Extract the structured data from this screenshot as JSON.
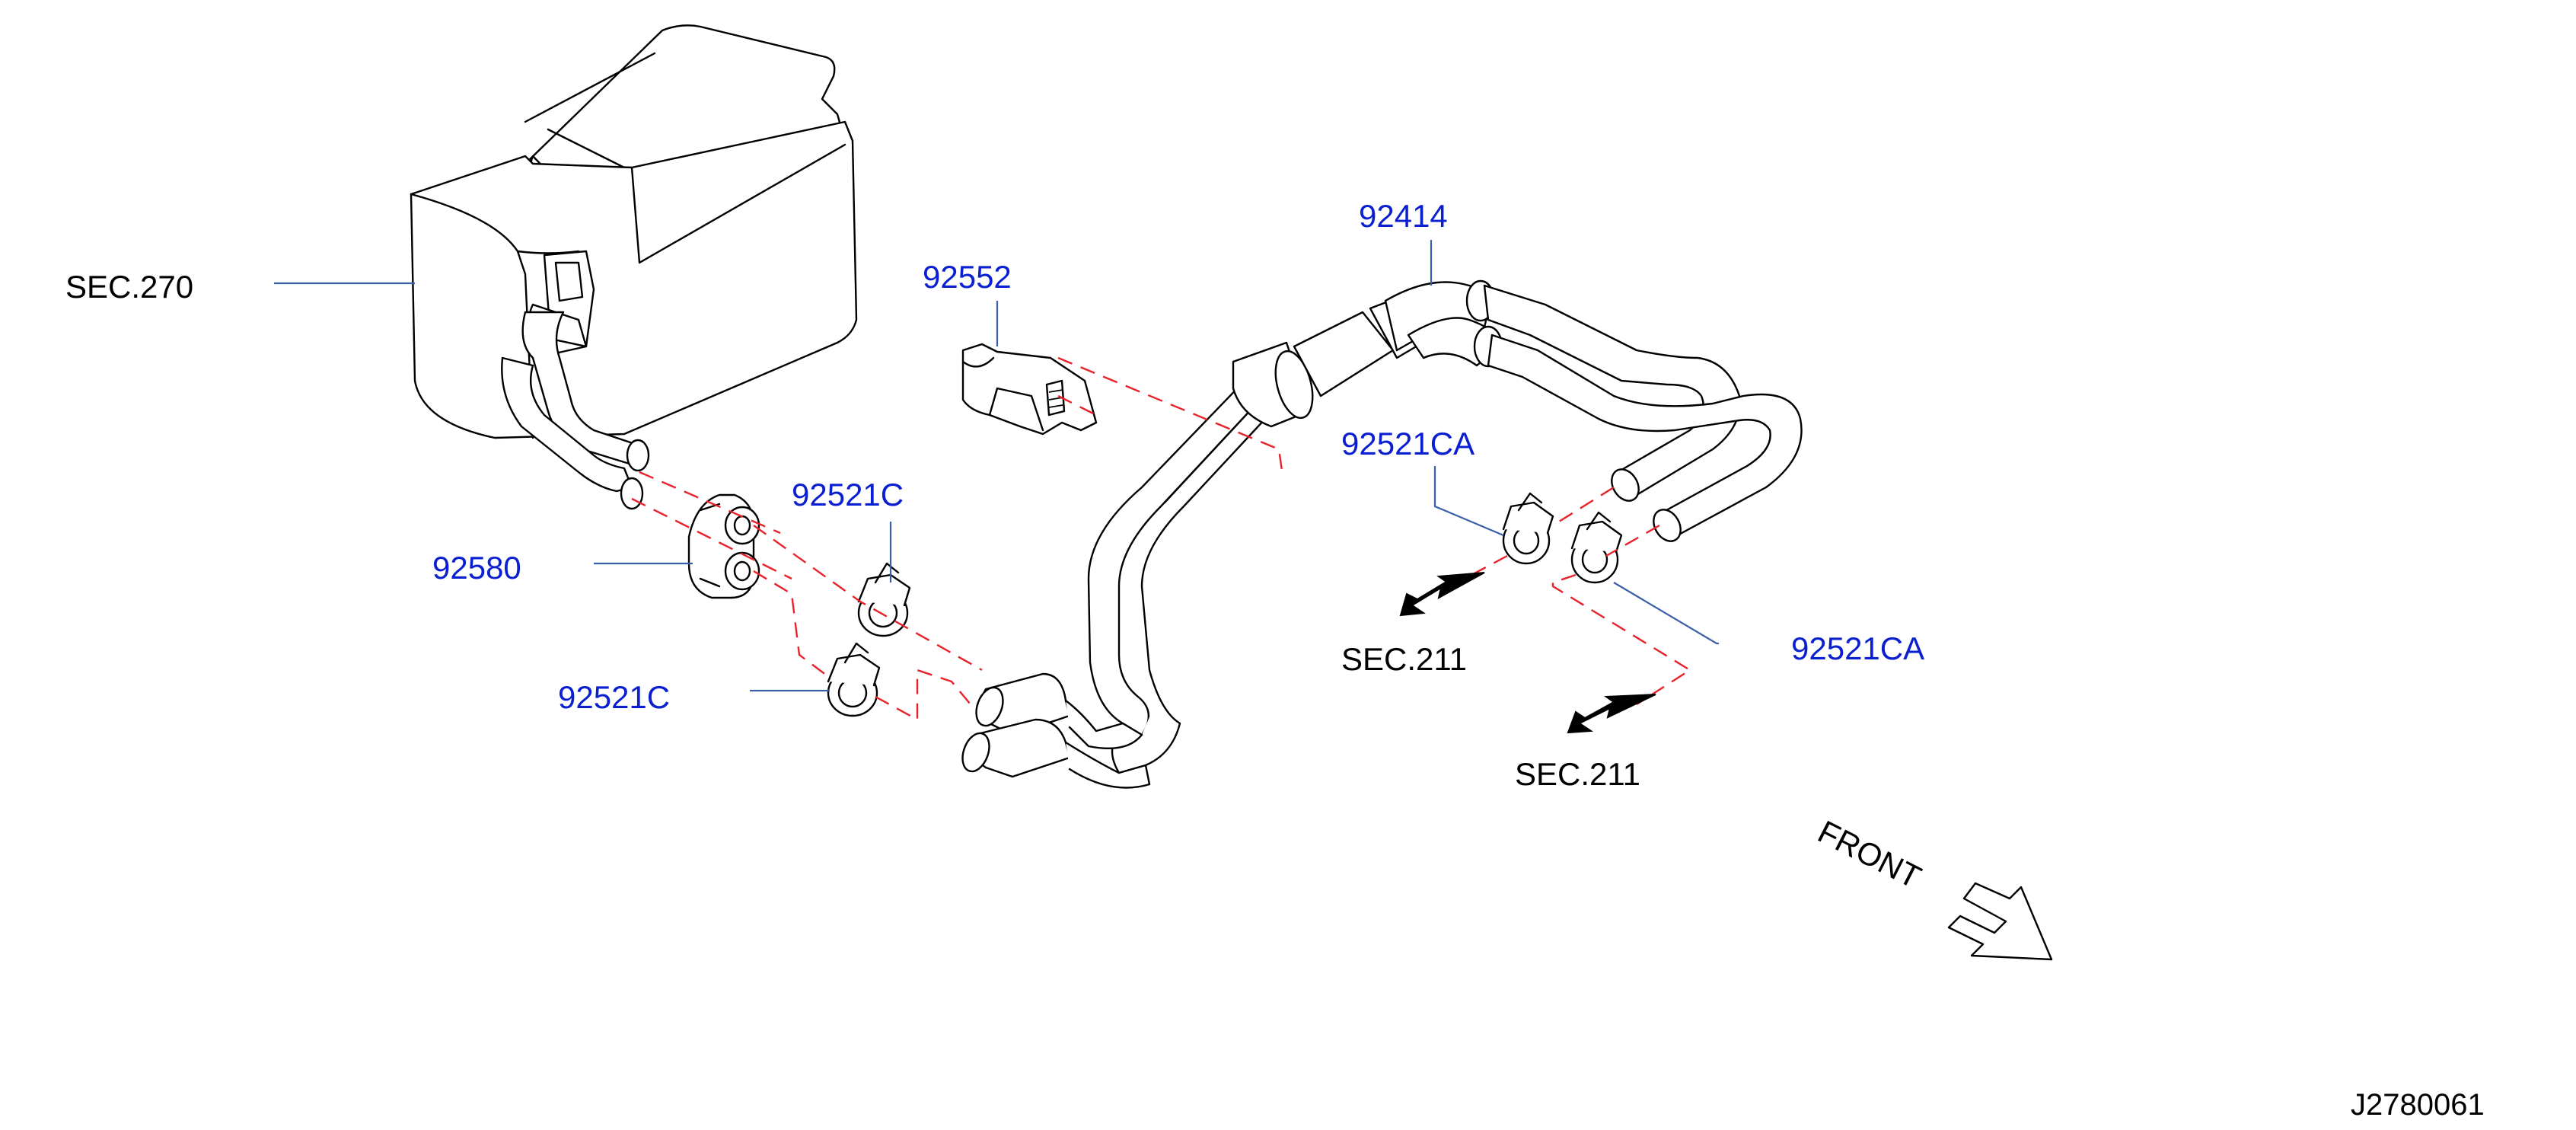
{
  "diagram": {
    "image_id": "J2780061",
    "orientation_label": "FRONT",
    "colors": {
      "part_number": "#0a1fd0",
      "section_ref": "#000000",
      "leader": "#3a5fa8",
      "mating_line": "#e8222a",
      "linework": "#000000"
    },
    "labels": {
      "sec270": "SEC.270",
      "p92580": "92580",
      "p92521c_a": "92521C",
      "p92521c_b": "92521C",
      "p92552": "92552",
      "p92414": "92414",
      "p92521ca_a": "92521CA",
      "p92521ca_b": "92521CA",
      "sec211_a": "SEC.211",
      "sec211_b": "SEC.211"
    },
    "icons": [
      "front-direction-arrow-icon",
      "flow-arrow-icon"
    ]
  }
}
